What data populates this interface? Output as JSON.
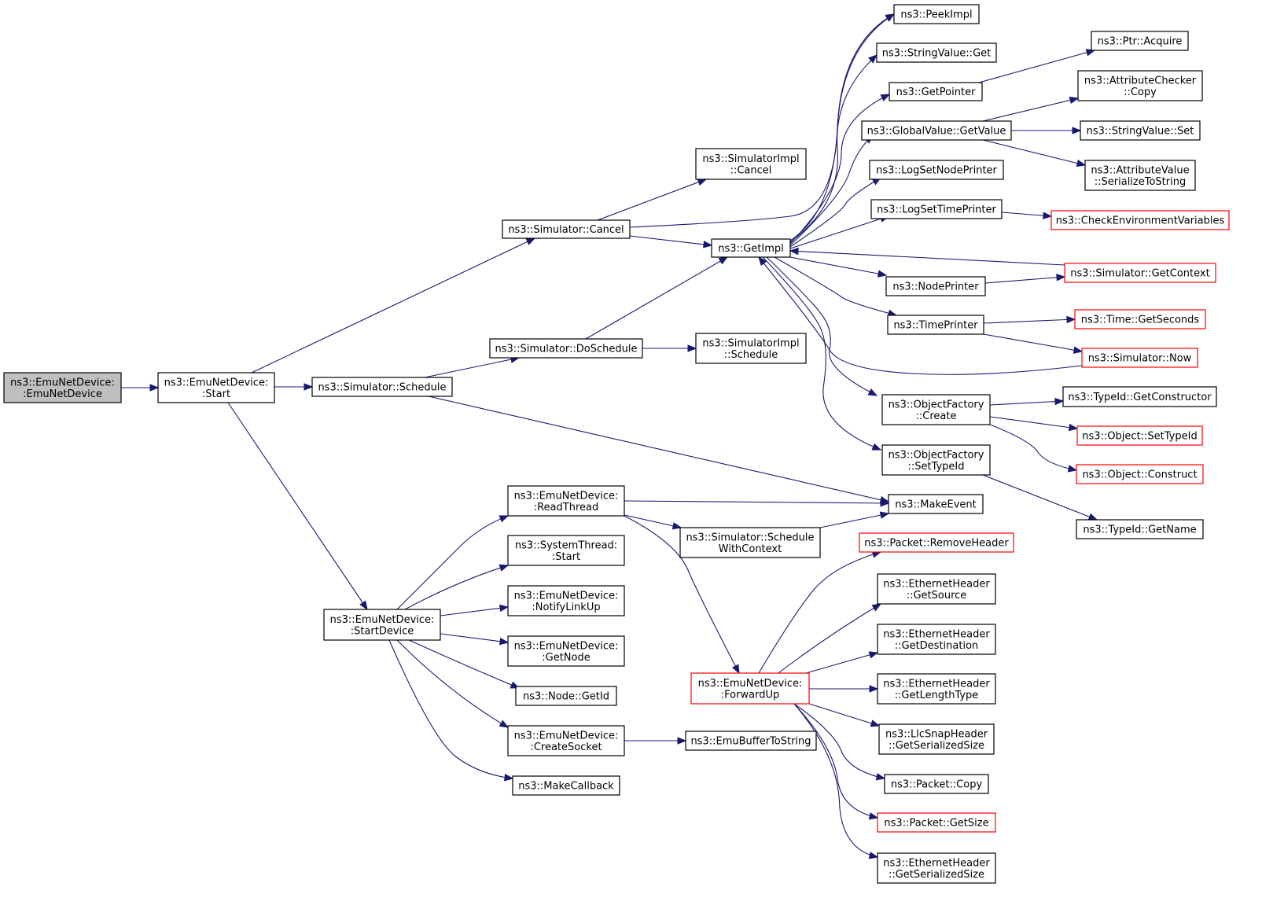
{
  "nodes": {
    "n_root": [
      "ns3::EmuNetDevice:",
      ":EmuNetDevice"
    ],
    "n_start": [
      "ns3::EmuNetDevice:",
      ":Start"
    ],
    "n_cancel": [
      "ns3::Simulator::Cancel"
    ],
    "n_sched": [
      "ns3::Simulator::Schedule"
    ],
    "n_dosched": [
      "ns3::Simulator::DoSchedule"
    ],
    "n_simcancel": [
      "ns3::SimulatorImpl",
      "::Cancel"
    ],
    "n_simsched": [
      "ns3::SimulatorImpl",
      "::Schedule"
    ],
    "n_getimpl": [
      "ns3::GetImpl"
    ],
    "n_peek": [
      "ns3::PeekImpl"
    ],
    "n_strget": [
      "ns3::StringValue::Get"
    ],
    "n_getptr": [
      "ns3::GetPointer"
    ],
    "n_gvget": [
      "ns3::GlobalValue::GetValue"
    ],
    "n_lognode": [
      "ns3::LogSetNodePrinter"
    ],
    "n_logtime": [
      "ns3::LogSetTimePrinter"
    ],
    "n_nodeprinter": [
      "ns3::NodePrinter"
    ],
    "n_timeprinter": [
      "ns3::TimePrinter"
    ],
    "n_ofcreate": [
      "ns3::ObjectFactory",
      "::Create"
    ],
    "n_ofsettype": [
      "ns3::ObjectFactory",
      "::SetTypeId"
    ],
    "n_ptracq": [
      "ns3::Ptr::Acquire"
    ],
    "n_accopy": [
      "ns3::AttributeChecker",
      "::Copy"
    ],
    "n_strset": [
      "ns3::StringValue::Set"
    ],
    "n_avser": [
      "ns3::AttributeValue",
      "::SerializeToString"
    ],
    "n_checkenv": [
      "ns3::CheckEnvironmentVariables"
    ],
    "n_getctx": [
      "ns3::Simulator::GetContext"
    ],
    "n_getsec": [
      "ns3::Time::GetSeconds"
    ],
    "n_now": [
      "ns3::Simulator::Now"
    ],
    "n_getcons": [
      "ns3::TypeId::GetConstructor"
    ],
    "n_setypeid": [
      "ns3::Object::SetTypeId"
    ],
    "n_construct": [
      "ns3::Object::Construct"
    ],
    "n_getname": [
      "ns3::TypeId::GetName"
    ],
    "n_makeevent": [
      "ns3::MakeEvent"
    ],
    "n_startdev": [
      "ns3::EmuNetDevice:",
      ":StartDevice"
    ],
    "n_readthread": [
      "ns3::EmuNetDevice:",
      ":ReadThread"
    ],
    "n_systhread": [
      "ns3::SystemThread:",
      ":Start"
    ],
    "n_notify": [
      "ns3::EmuNetDevice:",
      ":NotifyLinkUp"
    ],
    "n_getnode": [
      "ns3::EmuNetDevice:",
      ":GetNode"
    ],
    "n_nodeid": [
      "ns3::Node::GetId"
    ],
    "n_createsock": [
      "ns3::EmuNetDevice:",
      ":CreateSocket"
    ],
    "n_makecb": [
      "ns3::MakeCallback"
    ],
    "n_schedctx": [
      "ns3::Simulator::Schedule",
      "WithContext"
    ],
    "n_forwardup": [
      "ns3::EmuNetDevice:",
      ":ForwardUp"
    ],
    "n_emubuf": [
      "ns3::EmuBufferToString"
    ],
    "n_rmheader": [
      "ns3::Packet::RemoveHeader"
    ],
    "n_ehsrc": [
      "ns3::EthernetHeader",
      "::GetSource"
    ],
    "n_ehdst": [
      "ns3::EthernetHeader",
      "::GetDestination"
    ],
    "n_ehlen": [
      "ns3::EthernetHeader",
      "::GetLengthType"
    ],
    "n_llc": [
      "ns3::LlcSnapHeader",
      "::GetSerializedSize"
    ],
    "n_pcopy": [
      "ns3::Packet::Copy"
    ],
    "n_psize": [
      "ns3::Packet::GetSize"
    ],
    "n_ehser": [
      "ns3::EthernetHeader",
      "::GetSerializedSize"
    ]
  },
  "colors": {
    "edge": "#191970",
    "root_fill": "#bfbfbf",
    "truncated_border": "#ff0000",
    "border": "#000000"
  }
}
